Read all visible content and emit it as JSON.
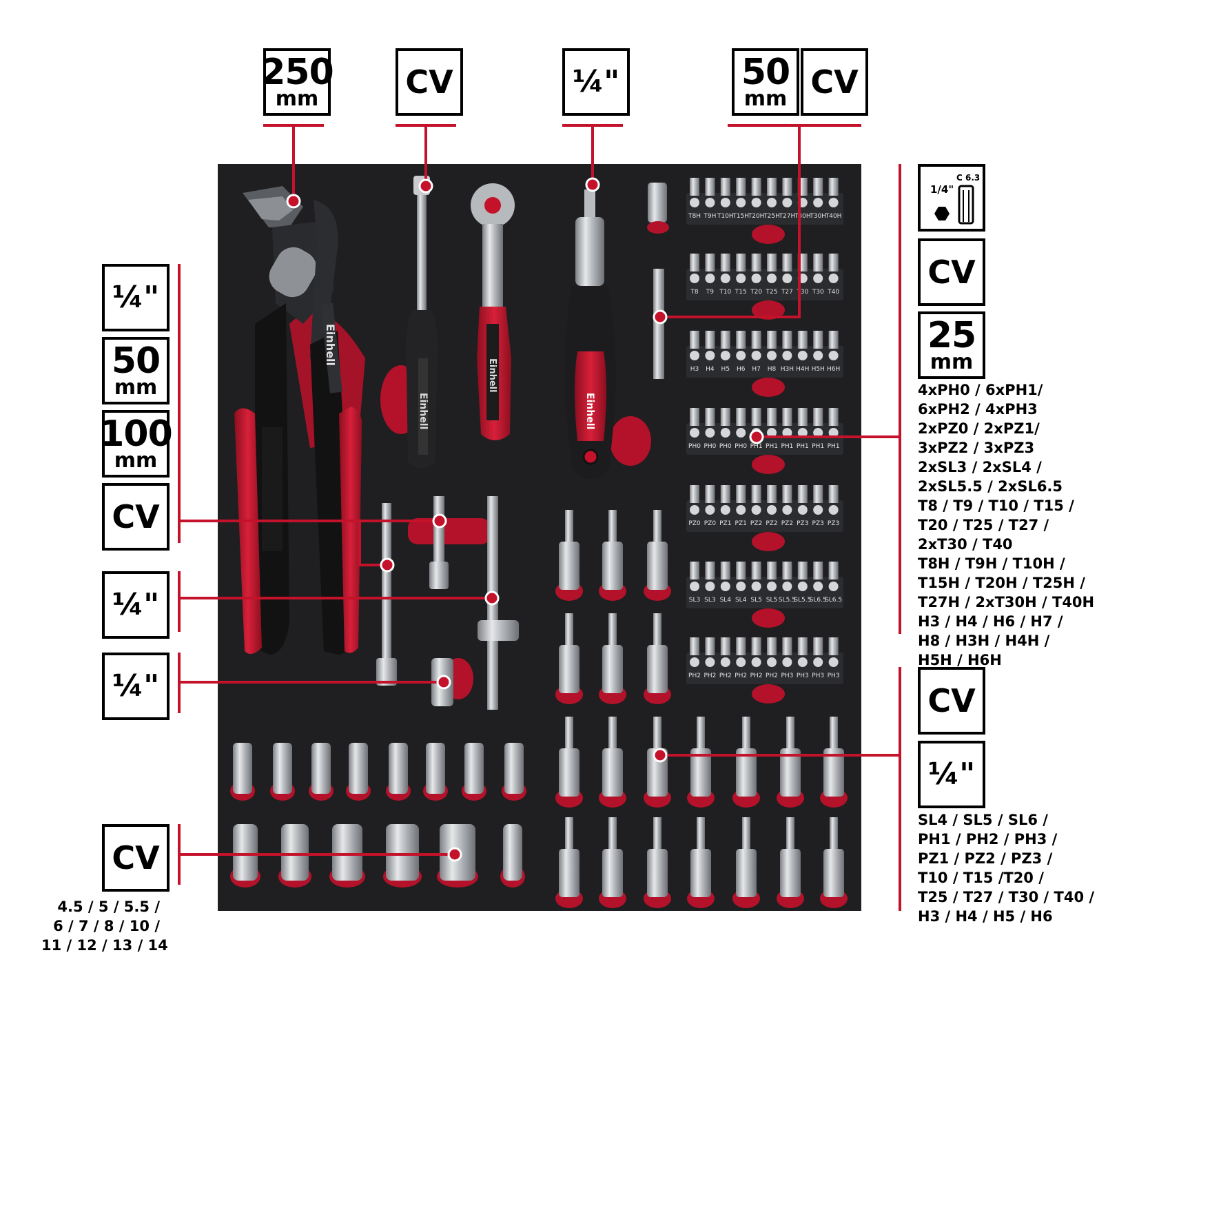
{
  "colors": {
    "accent_red": "#c4122b",
    "foam": "#1f1f21",
    "cutout_red": "#c4122b",
    "chrome": "#b9bcc0",
    "handle_black": "#222224",
    "frame": "#000000"
  },
  "spec_boxes": {
    "pliers_length": {
      "value": "250",
      "unit": "mm"
    },
    "screwdriver_cv": {
      "value": "CV"
    },
    "ratchet_drive": {
      "value": "¼\""
    },
    "holder_length": {
      "value": "50",
      "unit": "mm"
    },
    "holder_cv": {
      "value": "CV"
    },
    "ext_drive": {
      "value": "¼\""
    },
    "ext_len_50": {
      "value": "50",
      "unit": "mm"
    },
    "ext_len_100": {
      "value": "100",
      "unit": "mm"
    },
    "ext_cv": {
      "value": "CV"
    },
    "tbar_drive": {
      "value": "¼\""
    },
    "joint_drive": {
      "value": "¼\""
    },
    "sockets_cv": {
      "value": "CV"
    },
    "bits_hex": {
      "fraction": "1/4\"",
      "shank": "C 6.3"
    },
    "bits_cv": {
      "value": "CV"
    },
    "bits_length": {
      "value": "25",
      "unit": "mm"
    },
    "bitsockets_cv": {
      "value": "CV"
    },
    "bitsockets_drive": {
      "value": "¼\""
    }
  },
  "brand_label": "Einhell",
  "bit_rows": [
    [
      "T8H",
      "T9H",
      "T10H",
      "T15H",
      "T20H",
      "T25H",
      "T27H",
      "T30H",
      "T30H",
      "T40H"
    ],
    [
      "T8",
      "T9",
      "T10",
      "T15",
      "T20",
      "T25",
      "T27",
      "T30",
      "T30",
      "T40"
    ],
    [
      "H3",
      "H4",
      "H5",
      "H6",
      "H7",
      "H8",
      "H3H",
      "H4H",
      "H5H",
      "H6H"
    ],
    [
      "PH0",
      "PH0",
      "PH0",
      "PH0",
      "PH1",
      "PH1",
      "PH1",
      "PH1",
      "PH1",
      "PH1"
    ],
    [
      "PZ0",
      "PZ0",
      "PZ1",
      "PZ1",
      "PZ2",
      "PZ2",
      "PZ2",
      "PZ3",
      "PZ3",
      "PZ3"
    ],
    [
      "SL3",
      "SL3",
      "SL4",
      "SL4",
      "SL5",
      "SL5",
      "SL5.5",
      "SL5.5",
      "SL6.5",
      "SL6.5"
    ],
    [
      "PH2",
      "PH2",
      "PH2",
      "PH2",
      "PH2",
      "PH2",
      "PH3",
      "PH3",
      "PH3",
      "PH3"
    ]
  ],
  "bits_list": "4xPH0 / 6xPH1/\n6xPH2 / 4xPH3\n2xPZ0 / 2xPZ1/\n3xPZ2 / 3xPZ3\n2xSL3 / 2xSL4 /\n2xSL5.5 / 2xSL6.5\nT8 / T9 / T10 / T15 /\nT20 / T25 / T27 /\n2xT30 / T40\nT8H / T9H / T10H /\nT15H / T20H / T25H /\nT27H / 2xT30H / T40H\nH3 / H4 / H6 / H7 /\nH8 / H3H / H4H /\nH5H / H6H",
  "bitsockets_list": "SL4 / SL5 / SL6 /\nPH1 / PH2 / PH3 /\nPZ1 / PZ2 / PZ3 /\nT10 / T15 /T20 /\nT25 / T27 / T30 / T40 /\nH3 / H4 / H5 / H6",
  "sockets_list": "4.5 / 5 / 5.5 /\n6 / 7 / 8 / 10 /\n11 / 12 / 13 / 14"
}
